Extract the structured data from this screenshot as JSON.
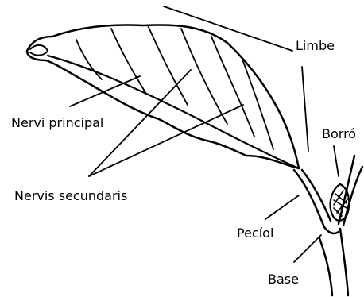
{
  "labels": {
    "limbe": "Limbe",
    "nervi_principal": "Nervi principal",
    "borro": "Borró",
    "nervis_secundaris": "Nervis secundaris",
    "peciol": "Pecíol",
    "base": "Base"
  }
}
